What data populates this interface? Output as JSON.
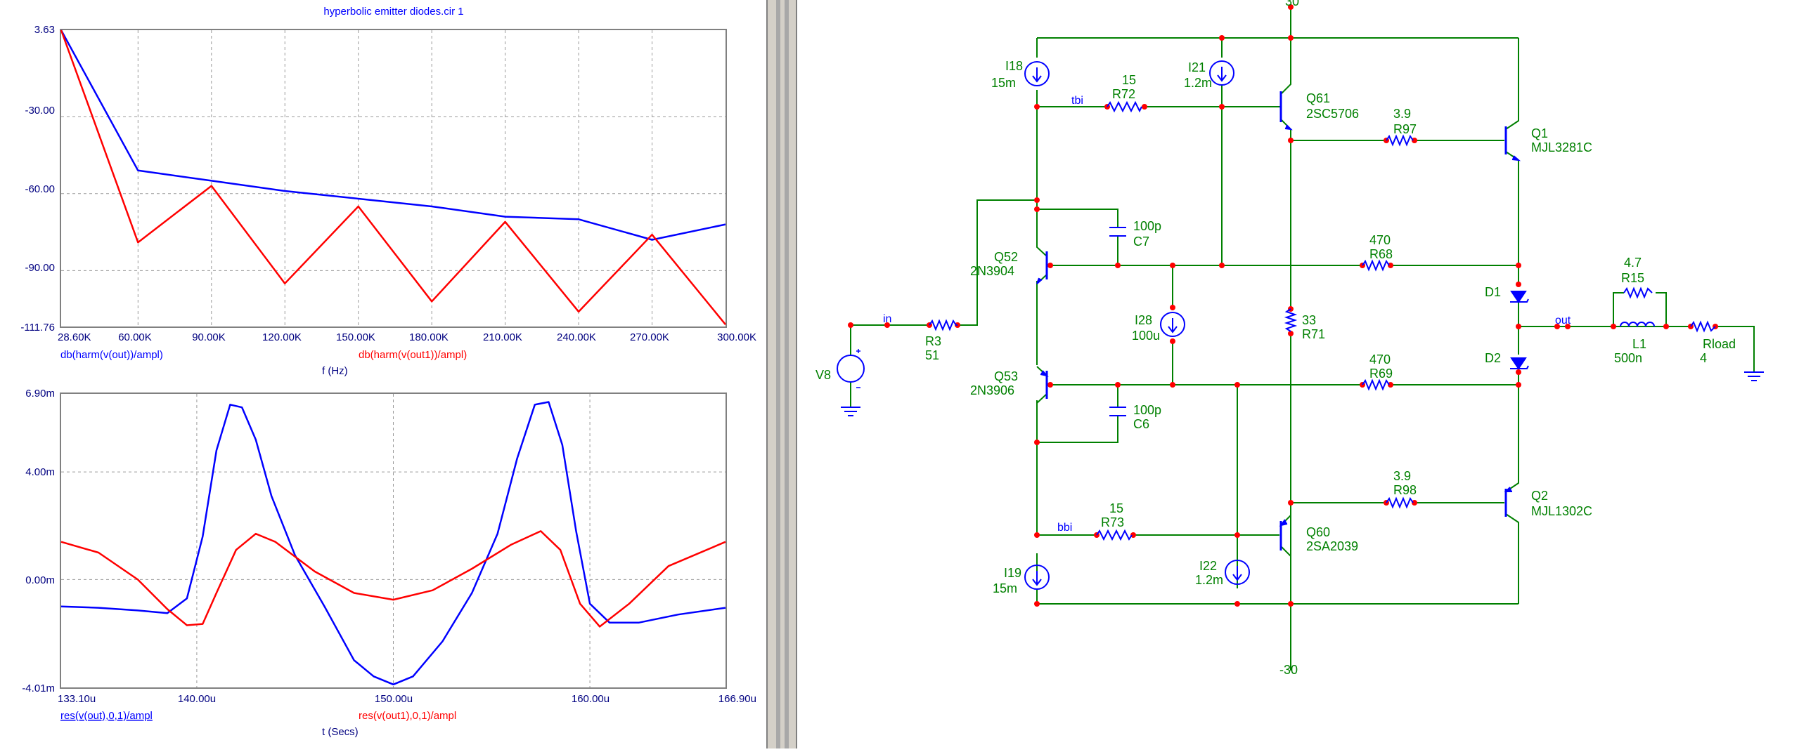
{
  "plot1": {
    "title": "hyperbolic emitter diodes.cir 1",
    "y_ticks": [
      "3.63",
      "-30.00",
      "-60.00",
      "-90.00",
      "-111.76"
    ],
    "x_ticks": [
      "28.60K",
      "60.00K",
      "90.00K",
      "120.00K",
      "150.00K",
      "180.00K",
      "210.00K",
      "240.00K",
      "270.00K",
      "300.00K"
    ],
    "xlabel": "f (Hz)",
    "legend_blue": "db(harm(v(out))/ampl)",
    "legend_red": "db(harm(v(out1))/ampl)"
  },
  "plot2": {
    "y_ticks": [
      "6.90m",
      "4.00m",
      "0.00m",
      "-4.01m"
    ],
    "x_ticks": [
      "133.10u",
      "140.00u",
      "150.00u",
      "160.00u",
      "166.90u"
    ],
    "xlabel": "t (Secs)",
    "legend_blue": "res(v(out),0,1)/ampl",
    "legend_red": "res(v(out1),0,1)/ampl"
  },
  "chart_data": [
    {
      "type": "line",
      "title": "hyperbolic emitter diodes.cir 1",
      "xlabel": "f (Hz)",
      "ylabel": "",
      "xlim": [
        28600,
        300000
      ],
      "ylim": [
        -111.76,
        3.63
      ],
      "grid": true,
      "series": [
        {
          "name": "db(harm(v(out))/ampl)",
          "color": "#0000ff",
          "x": [
            28600,
            60000,
            90000,
            120000,
            150000,
            180000,
            210000,
            240000,
            270000,
            300000
          ],
          "y": [
            3.63,
            -51,
            -55,
            -59,
            -62,
            -65,
            -69,
            -70,
            -78,
            -72
          ]
        },
        {
          "name": "db(harm(v(out1))/ampl)",
          "color": "#ff0000",
          "x": [
            28600,
            60000,
            90000,
            120000,
            150000,
            180000,
            210000,
            240000,
            270000,
            300000
          ],
          "y": [
            3.63,
            -79,
            -57,
            -95,
            -65,
            -102,
            -71,
            -106,
            -76,
            -111
          ]
        }
      ]
    },
    {
      "type": "line",
      "xlabel": "t (Secs)",
      "ylabel": "",
      "xlim": [
        133.1,
        166.9
      ],
      "ylim": [
        -4.01,
        6.9
      ],
      "grid": true,
      "series": [
        {
          "name": "res(v(out),0,1)/ampl",
          "color": "#0000ff",
          "x": [
            133.1,
            135.0,
            137.0,
            138.5,
            139.5,
            140.3,
            141.0,
            141.7,
            142.3,
            143.0,
            143.8,
            145.0,
            146.5,
            148.0,
            149.0,
            150.0,
            151.0,
            152.5,
            154.0,
            155.3,
            156.3,
            157.2,
            157.9,
            158.6,
            159.3,
            160.0,
            161.0,
            162.5,
            164.5,
            166.9
          ],
          "y": [
            -1.0,
            -1.05,
            -1.15,
            -1.25,
            -0.7,
            1.6,
            4.8,
            6.5,
            6.4,
            5.2,
            3.1,
            0.9,
            -1.0,
            -3.0,
            -3.6,
            -3.9,
            -3.6,
            -2.3,
            -0.5,
            1.7,
            4.5,
            6.5,
            6.6,
            5.0,
            1.8,
            -0.9,
            -1.6,
            -1.6,
            -1.3,
            -1.05
          ]
        },
        {
          "name": "res(v(out1),0,1)/ampl",
          "color": "#ff0000",
          "x": [
            133.1,
            135.0,
            137.0,
            138.5,
            139.5,
            140.3,
            141.0,
            142.0,
            143.0,
            144.0,
            146.0,
            148.0,
            150.0,
            152.0,
            154.0,
            156.0,
            157.5,
            158.5,
            159.5,
            160.5,
            162.0,
            164.0,
            166.9
          ],
          "y": [
            1.4,
            1.0,
            0.0,
            -1.1,
            -1.7,
            -1.65,
            -0.5,
            1.1,
            1.7,
            1.4,
            0.3,
            -0.5,
            -0.75,
            -0.4,
            0.4,
            1.3,
            1.8,
            1.1,
            -0.9,
            -1.75,
            -0.9,
            0.5,
            1.4
          ]
        }
      ]
    }
  ],
  "schematic": {
    "rails": {
      "top": "30",
      "bottom": "-30"
    },
    "nodes": {
      "tbi": "tbi",
      "bbi": "bbi",
      "in": "in",
      "out": "out"
    },
    "components": {
      "I18": {
        "name": "I18",
        "value": "15m"
      },
      "I21": {
        "name": "I21",
        "value": "1.2m"
      },
      "R72": {
        "name": "R72",
        "value": "15"
      },
      "Q61": {
        "name": "Q61",
        "value": "2SC5706"
      },
      "R97": {
        "name": "R97",
        "value": "3.9"
      },
      "Q1": {
        "name": "Q1",
        "value": "MJL3281C"
      },
      "C7": {
        "name": "C7",
        "value": "100p"
      },
      "Q52": {
        "name": "Q52",
        "value": "2N3904"
      },
      "R68": {
        "name": "R68",
        "value": "470"
      },
      "I28": {
        "name": "I28",
        "value": "100u"
      },
      "R71": {
        "name": "R71",
        "value": "33"
      },
      "D1": {
        "name": "D1"
      },
      "D2": {
        "name": "D2"
      },
      "R15": {
        "name": "R15",
        "value": "4.7"
      },
      "L1": {
        "name": "L1",
        "value": "500n"
      },
      "Rload": {
        "name": "Rload",
        "value": "4"
      },
      "R3": {
        "name": "R3",
        "value": "51"
      },
      "V8": {
        "name": "V8"
      },
      "Q53": {
        "name": "Q53",
        "value": "2N3906"
      },
      "R69": {
        "name": "R69",
        "value": "470"
      },
      "C6": {
        "name": "C6",
        "value": "100p"
      },
      "R98": {
        "name": "R98",
        "value": "3.9"
      },
      "Q2": {
        "name": "Q2",
        "value": "MJL1302C"
      },
      "R73": {
        "name": "R73",
        "value": "15"
      },
      "Q60": {
        "name": "Q60",
        "value": "2SA2039"
      },
      "I19": {
        "name": "I19",
        "value": "15m"
      },
      "I22": {
        "name": "I22",
        "value": "1.2m"
      }
    }
  }
}
